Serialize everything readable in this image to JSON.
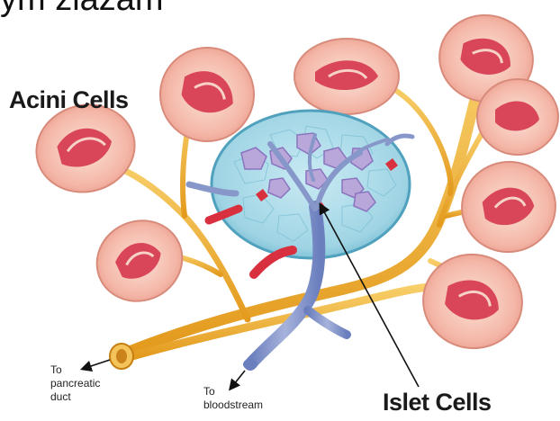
{
  "top_text": "ym zlazam",
  "labels": {
    "acini": "Acini Cells",
    "islet": "Islet Cells",
    "duct_line1": "To",
    "duct_line2": "pancreatic",
    "duct_line3": "duct",
    "blood_line1": "To",
    "blood_line2": "bloodstream"
  },
  "colors": {
    "acinus_outer": "#f6c3b6",
    "acinus_inner": "#d9465a",
    "duct": "#f2b53a",
    "islet_body": "#a9dbe8",
    "islet_cells": "#b7a9d6",
    "vessel_vein": "#8797c9",
    "vessel_artery": "#d9303f"
  }
}
